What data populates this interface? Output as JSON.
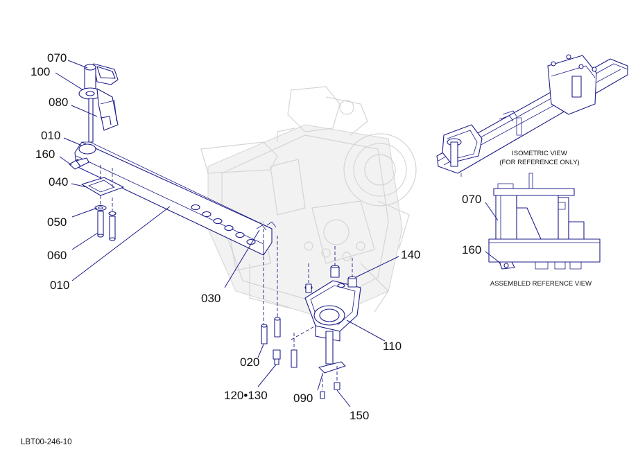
{
  "callouts": {
    "c070_top": "070",
    "c100": "100",
    "c080": "080",
    "c010_top": "010",
    "c160_left": "160",
    "c040": "040",
    "c050": "050",
    "c060": "060",
    "c010_bottom": "010",
    "c030": "030",
    "c140": "140",
    "c110": "110",
    "c020": "020",
    "c120_130": "120•130",
    "c090": "090",
    "c150": "150",
    "c070_right": "070",
    "c160_right": "160"
  },
  "notes": {
    "isometric_line1": "ISOMETRIC VIEW",
    "isometric_line2": "(FOR REFERENCE ONLY)",
    "assembled": "ASSEMBLED REFERENCE VIEW"
  },
  "drawing_code": "LBT00-246-10",
  "colors": {
    "line": "#1c1c8a",
    "ghost": "#d4d4d4",
    "text": "#111111"
  }
}
